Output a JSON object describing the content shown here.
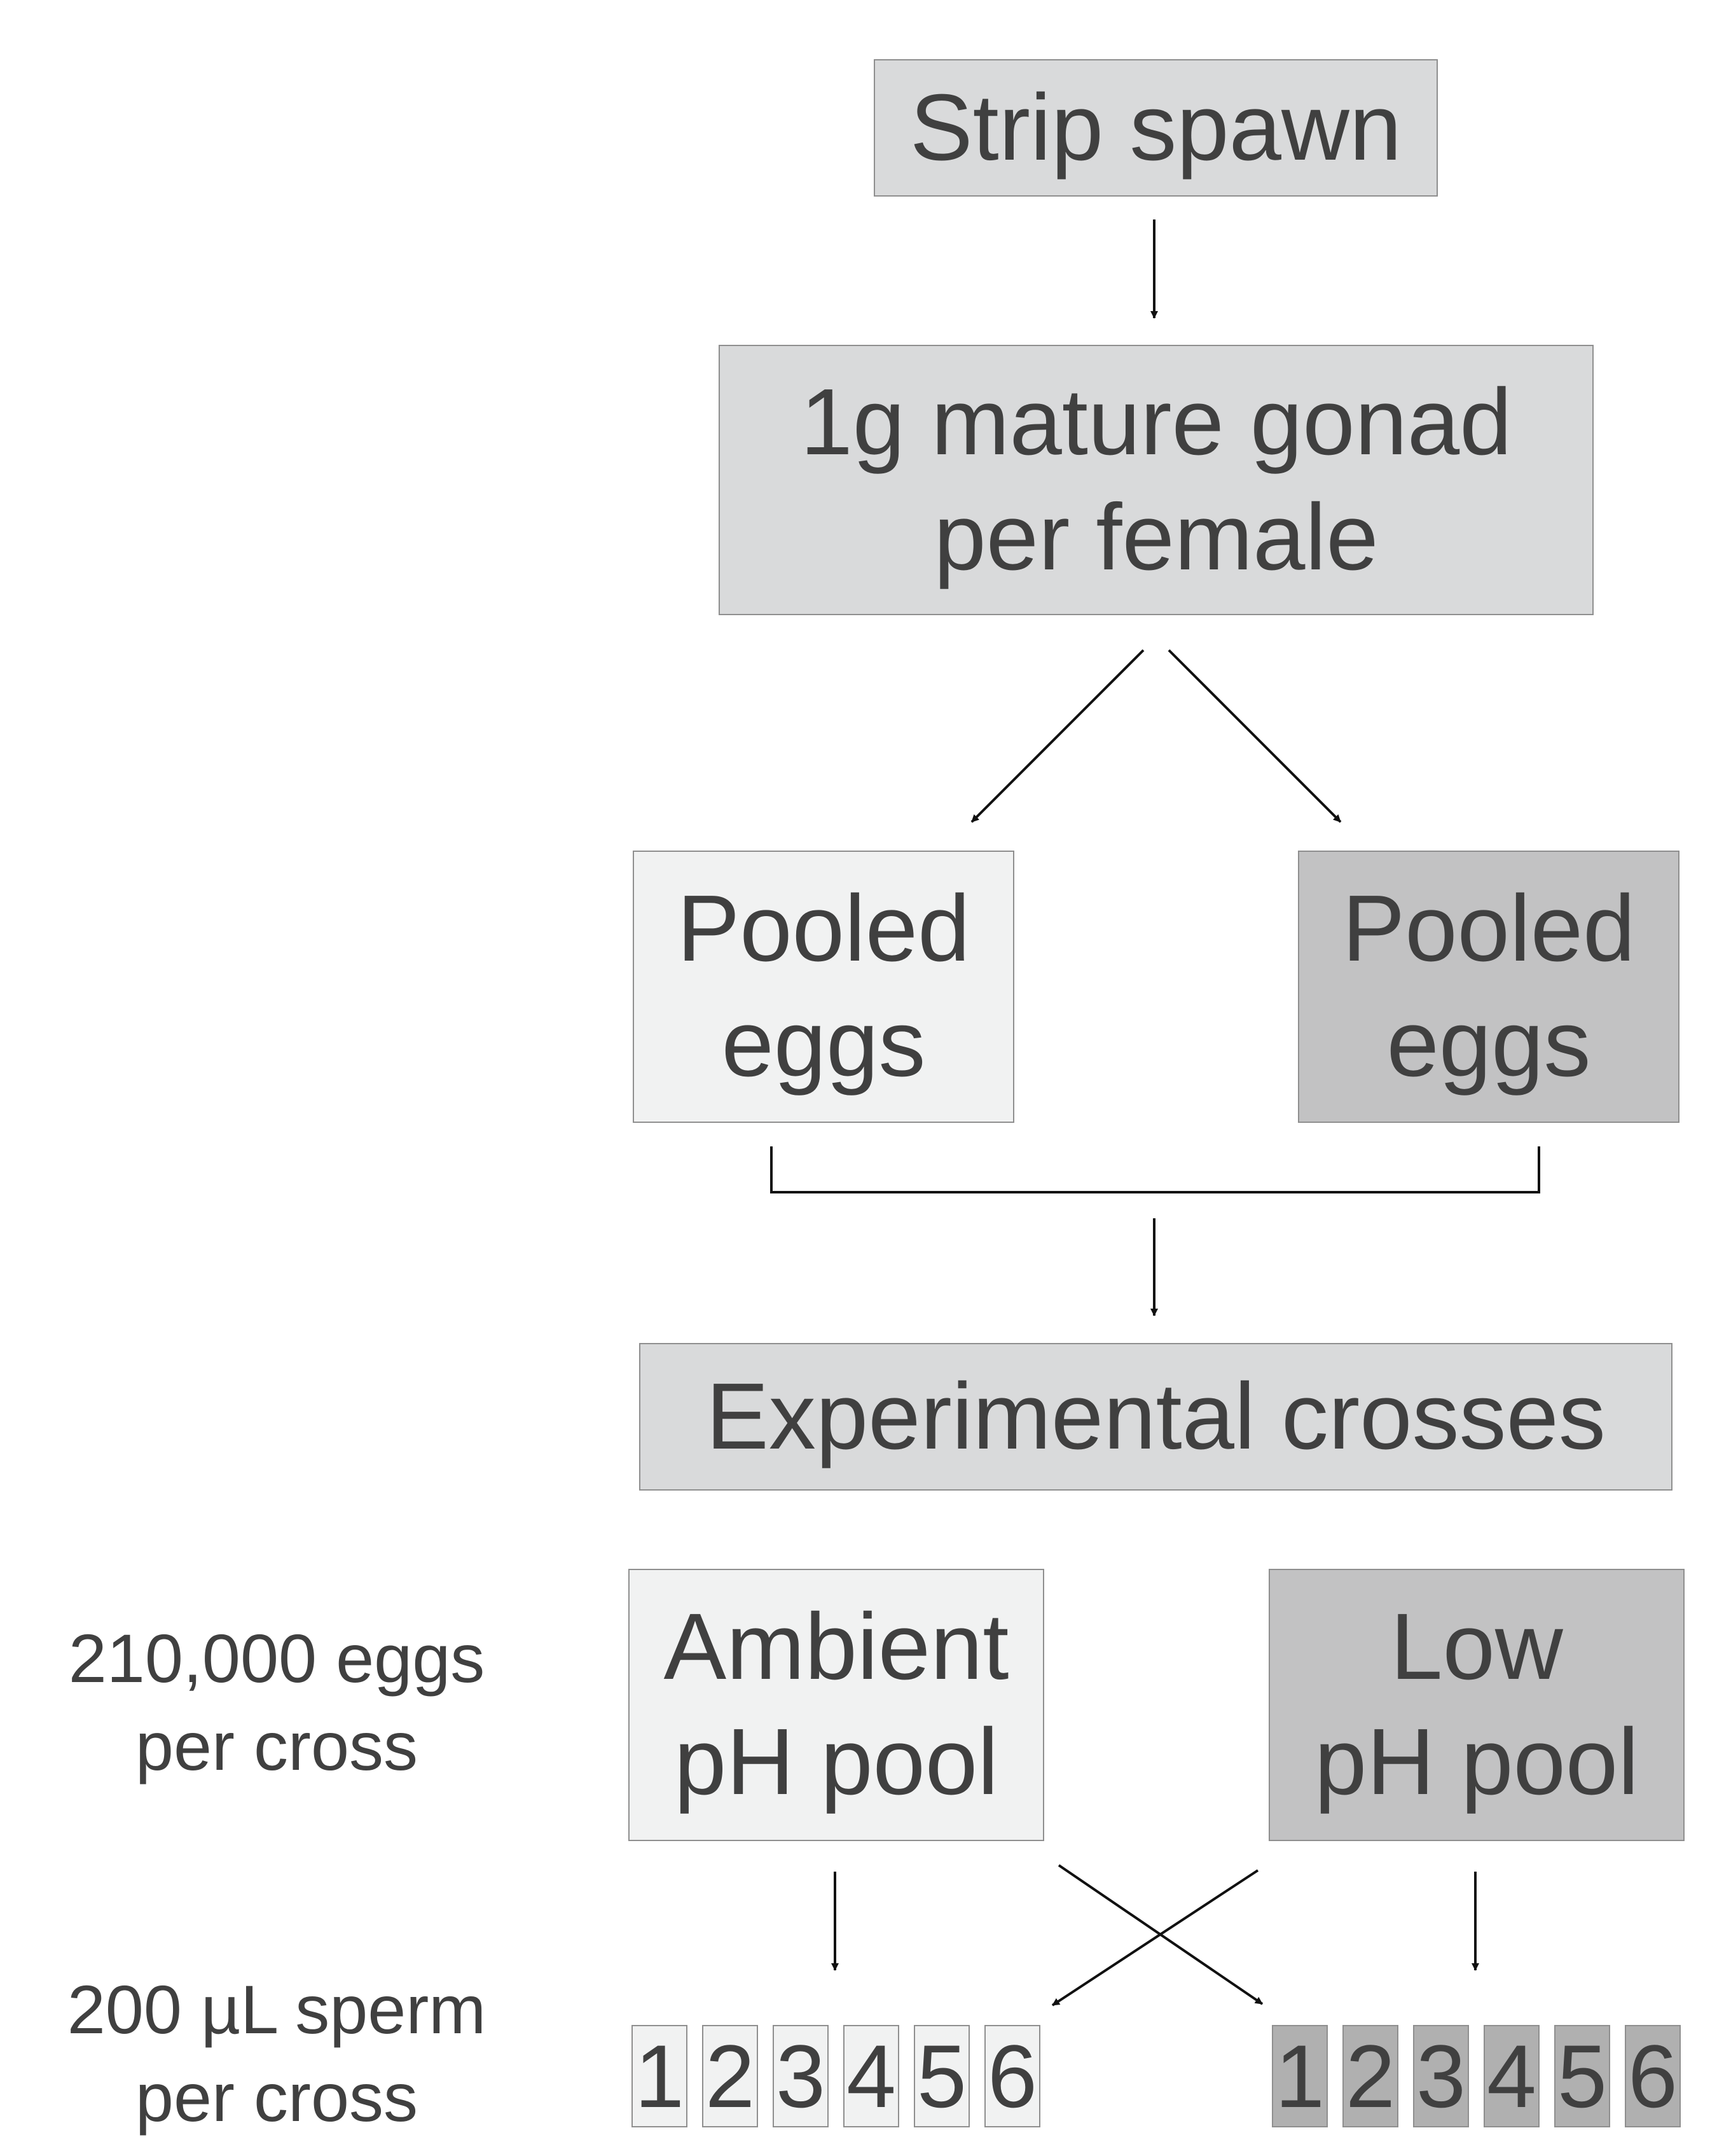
{
  "nodes": {
    "strip_spawn": "Strip spawn",
    "gonad": [
      "1g mature gonad",
      "per female"
    ],
    "pooled_eggs_left": [
      "Pooled",
      "eggs"
    ],
    "pooled_eggs_right": [
      "Pooled",
      "eggs"
    ],
    "experimental_crosses": "Experimental crosses",
    "ambient_pool": [
      "Ambient",
      "pH pool"
    ],
    "low_pool": [
      "Low",
      "pH pool"
    ]
  },
  "side_labels": {
    "eggs_per_cross": [
      "210,000 eggs",
      "per cross"
    ],
    "sperm_per_cross": [
      "200 µL sperm",
      "per cross"
    ]
  },
  "crosses": {
    "ambient": [
      "1",
      "2",
      "3",
      "4",
      "5",
      "6"
    ],
    "low": [
      "1",
      "2",
      "3",
      "4",
      "5",
      "6"
    ]
  },
  "colors": {
    "ambient_fill": "#f1f2f2",
    "neutral_fill": "#d9dadb",
    "low_fill": "#c2c2c3",
    "text": "#404040"
  }
}
